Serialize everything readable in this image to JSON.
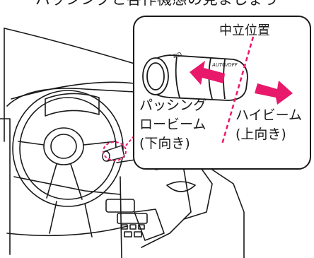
{
  "header": {
    "caption": "パッシングと各作機態の見ましょう"
  },
  "figure": {
    "neutral_label": "中立位置",
    "passing_low_beam": {
      "line1": "パッシング",
      "line2": "ロービーム",
      "line3": "(下向き)"
    },
    "high_beam": {
      "line1": "ハイビーム",
      "line2": "(上向き)"
    },
    "lever_markings": {
      "left_symbol": "≣D",
      "right_text": "AUTO/OFF"
    },
    "colors": {
      "arrow": "#e8196a",
      "marker_circle": "#e8196a",
      "outline": "#1a1a1a"
    }
  }
}
